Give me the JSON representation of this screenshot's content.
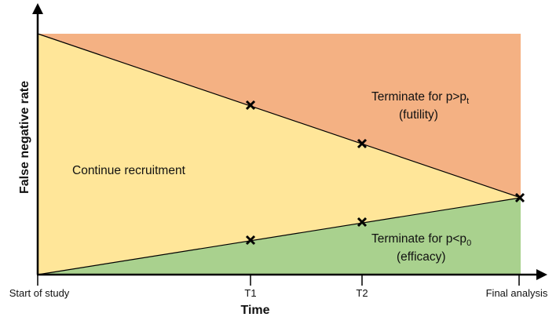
{
  "axes": {
    "x_title": "Time",
    "y_title": "False negative rate",
    "x_ticks": [
      "Start of study",
      "T1",
      "T2",
      "Final analysis"
    ]
  },
  "regions": {
    "futility": {
      "line1_prefix": "Terminate for p>p",
      "line1_sub": "t",
      "line2": "(futility)",
      "color": "#F4B183"
    },
    "continue": {
      "label": "Continue recruitment",
      "color": "#FFE699"
    },
    "efficacy": {
      "line1_prefix": "Terminate for p<p",
      "line1_sub": "0",
      "line2": "(efficacy)",
      "color": "#A9D18E"
    }
  },
  "boundary_color": "#000000"
}
